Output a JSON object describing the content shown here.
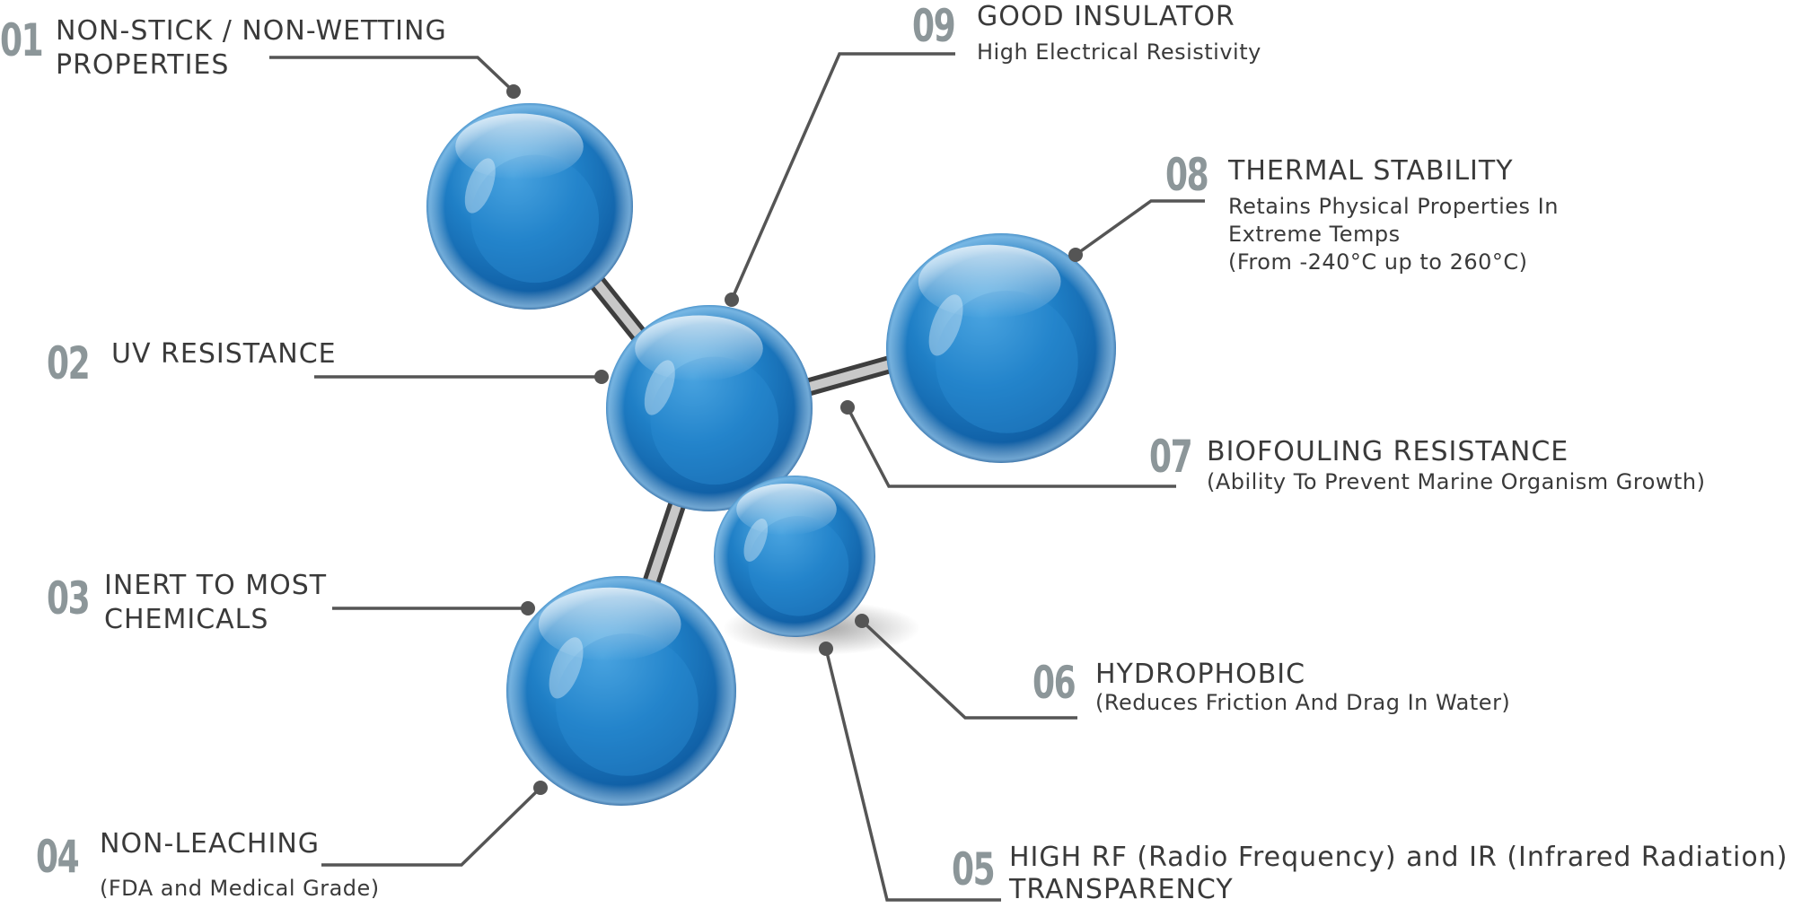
{
  "properties": [
    {
      "number": "01",
      "title_lines": [
        "NON-STICK / NON-WETTING",
        "PROPERTIES"
      ],
      "sub_lines": []
    },
    {
      "number": "02",
      "title_lines": [
        "UV RESISTANCE"
      ],
      "sub_lines": []
    },
    {
      "number": "03",
      "title_lines": [
        "INERT TO MOST",
        "CHEMICALS"
      ],
      "sub_lines": []
    },
    {
      "number": "04",
      "title_lines": [
        "NON-LEACHING"
      ],
      "sub_lines": [
        "(FDA and Medical Grade)"
      ]
    },
    {
      "number": "05",
      "title_lines": [
        "HIGH RF (Radio Frequency) and IR (Infrared Radiation)",
        "TRANSPARENCY"
      ],
      "sub_lines": []
    },
    {
      "number": "06",
      "title_lines": [
        "HYDROPHOBIC"
      ],
      "sub_lines": [
        "(Reduces Friction And Drag In Water)"
      ]
    },
    {
      "number": "07",
      "title_lines": [
        "BIOFOULING RESISTANCE"
      ],
      "sub_lines": [
        "(Ability To Prevent Marine Organism Growth)"
      ]
    },
    {
      "number": "08",
      "title_lines": [
        "THERMAL STABILITY"
      ],
      "sub_lines": [
        "Retains Physical Properties In",
        "Extreme Temps",
        "(From -240°C up to 260°C)"
      ]
    },
    {
      "number": "09",
      "title_lines": [
        "GOOD INSULATOR"
      ],
      "sub_lines": [
        "High Electrical Resistivity"
      ]
    }
  ],
  "colors": {
    "sphere": "#1f7fc6",
    "sphere_dark": "#0b4f8f",
    "sphere_light": "#8ccdf2",
    "leader_line": "#555555",
    "number_gray": "#8c9699",
    "text": "#3a3a3a"
  }
}
